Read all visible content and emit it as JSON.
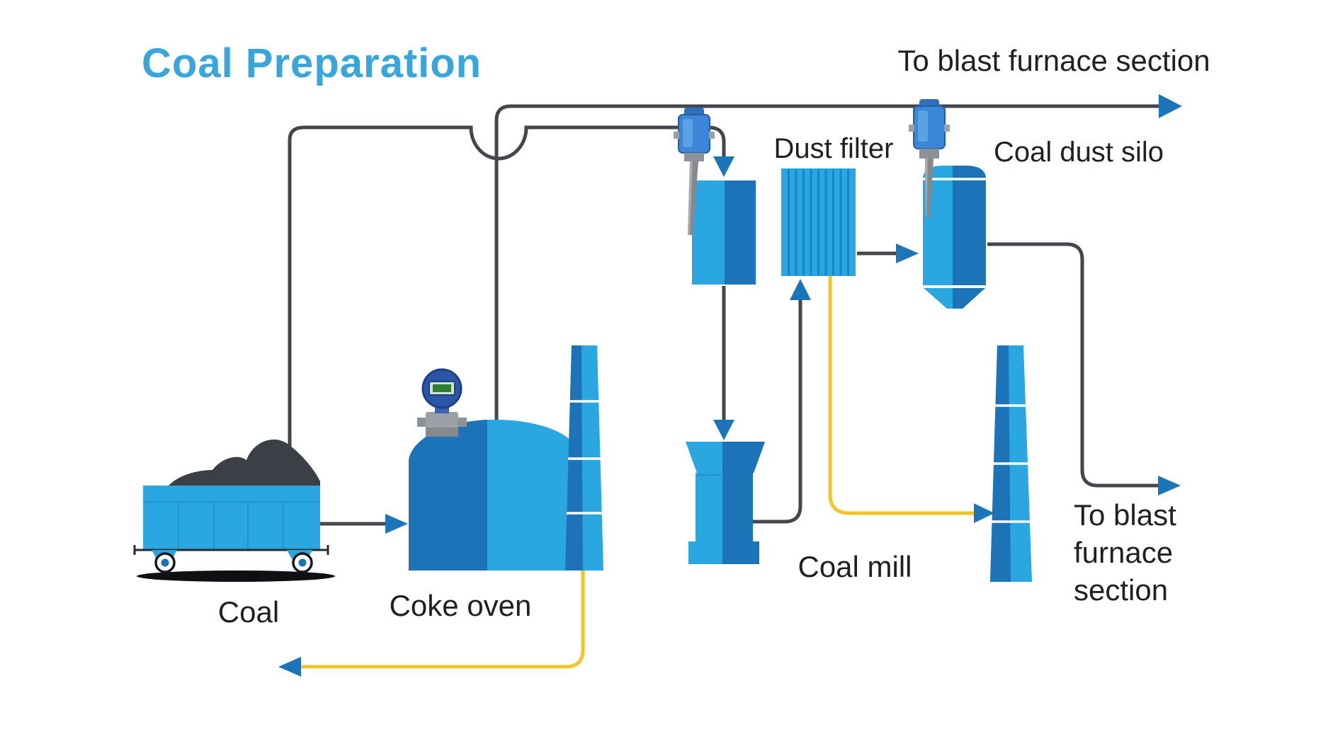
{
  "title": "Coal Preparation",
  "labels": {
    "top_flow": "To blast furnace section",
    "coal": "Coal",
    "coke_oven": "Coke oven",
    "dust_filter": "Dust filter",
    "coal_mill": "Coal mill",
    "coal_dust_silo": "Coal dust silo",
    "bottom_flow_line1": "To blast",
    "bottom_flow_line2": "furnace",
    "bottom_flow_line3": "section"
  },
  "colors": {
    "title_blue": "#38A6DA",
    "light_blue": "#2AA7E1",
    "dark_blue": "#1D73B8",
    "stripe_blue": "#1B84C8",
    "arrow_blue": "#1C74B9",
    "pipe_gray": "#43474C",
    "signal_yellow": "#F2C428",
    "coal_dark": "#3C4046",
    "text_dark": "#1F2023",
    "background": "#FFFFFF"
  }
}
